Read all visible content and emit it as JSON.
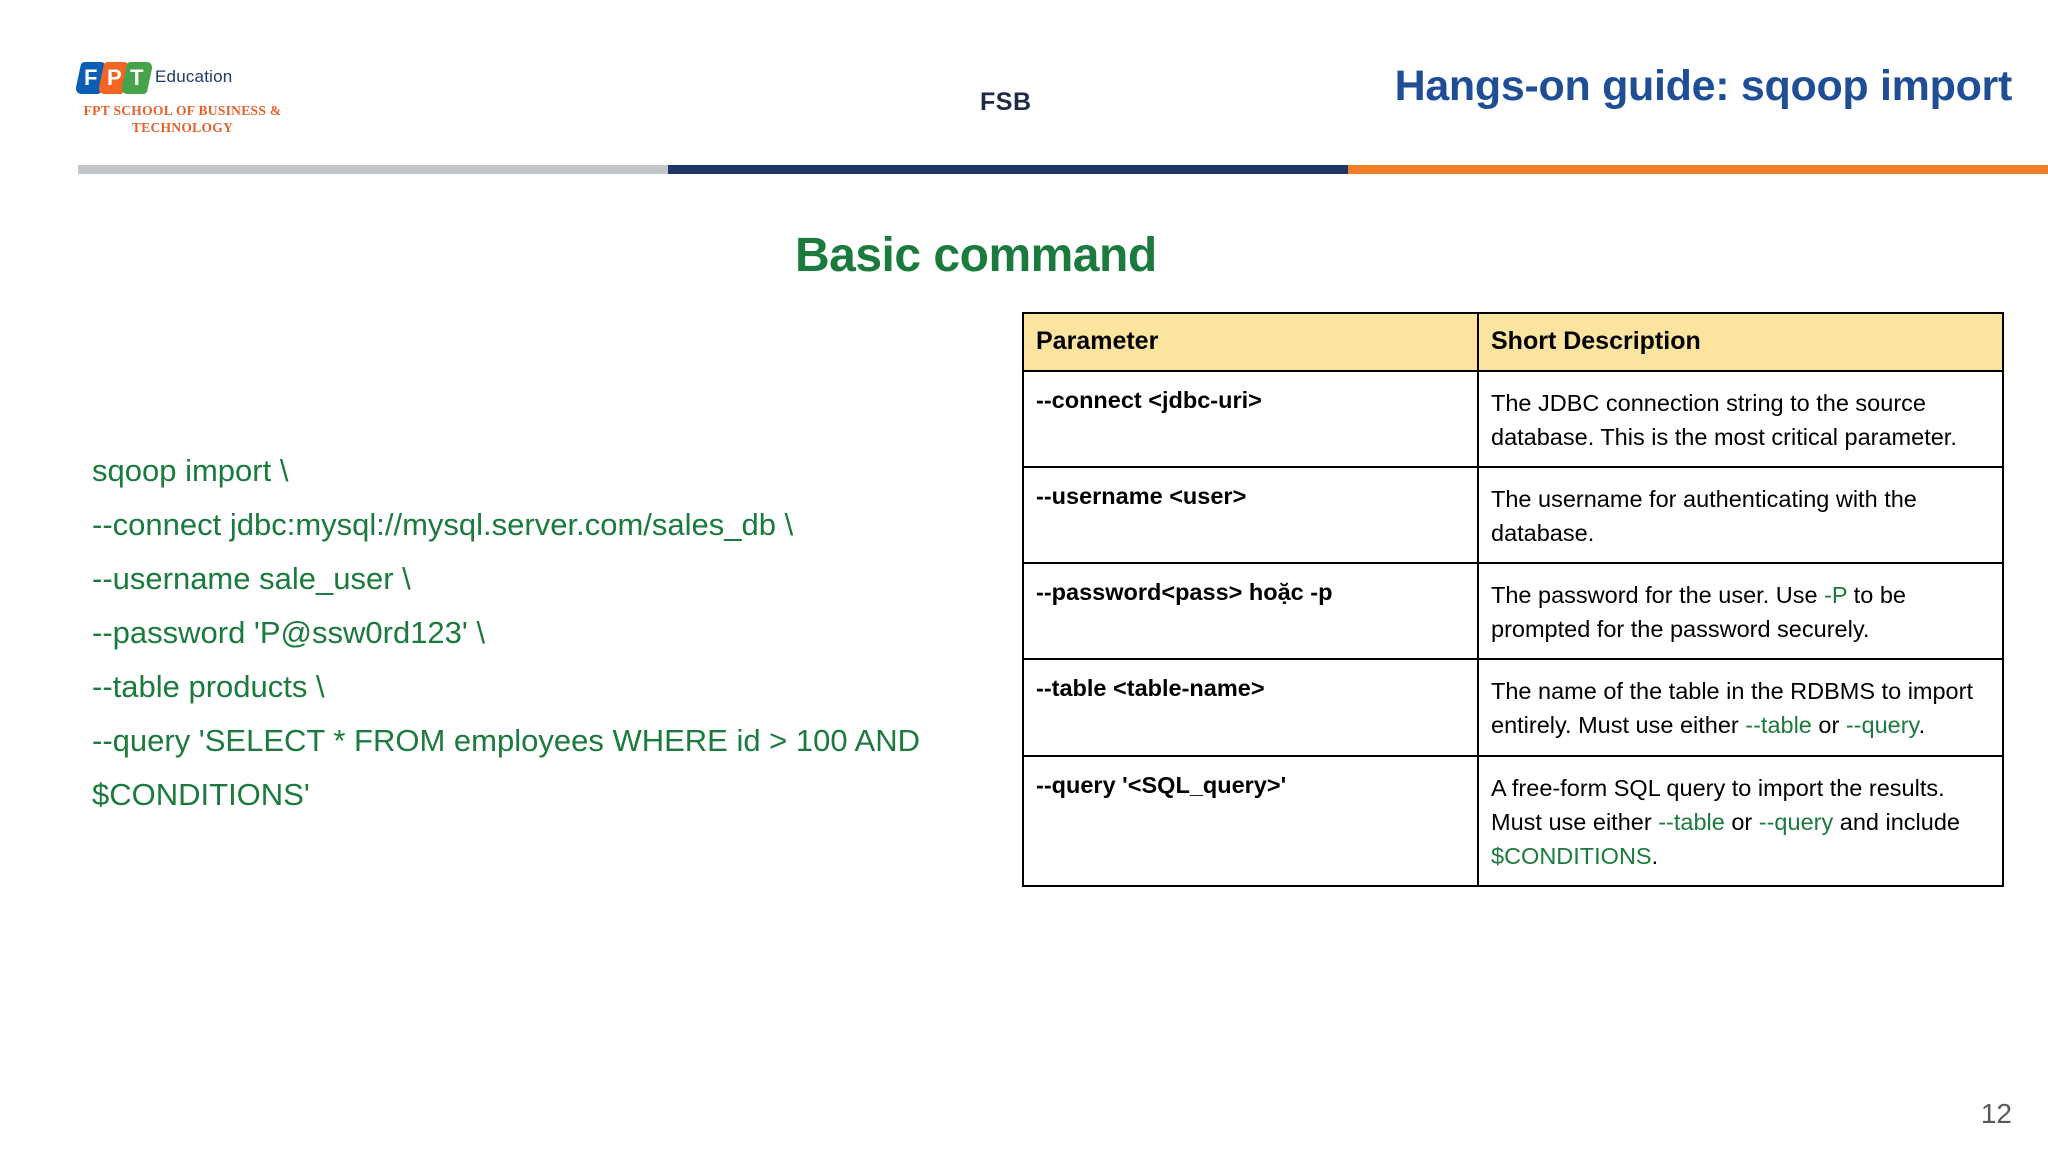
{
  "header": {
    "logo": {
      "mark_letters": [
        "F",
        "P",
        "T"
      ],
      "education_label": "Education",
      "school_name": "FPT SCHOOL OF BUSINESS\n& TECHNOLOGY",
      "colors": {
        "f": "#0a5fb4",
        "p": "#f26522",
        "t": "#47a34a",
        "education": "#1b3a6b",
        "school": "#e2622a"
      }
    },
    "unit_label": "FSB",
    "deck_title": "Hangs-on guide: sqoop import",
    "deck_title_color": "#1f4e96",
    "rule_colors": {
      "gray": "#c3c6c9",
      "navy": "#1f3566",
      "orange": "#f07e26"
    }
  },
  "section": {
    "title": "Basic command",
    "title_color": "#1b7a3d"
  },
  "code": {
    "color": "#1b7a3d",
    "lines": [
      "sqoop import \\",
      "--connect jdbc:mysql://mysql.server.com/sales_db \\",
      "--username sale_user \\",
      "--password 'P@ssw0rd123' \\",
      "--table products \\",
      "--query 'SELECT * FROM employees WHERE id > 100 AND $CONDITIONS'"
    ]
  },
  "table": {
    "header_bg": "#fbe3a0",
    "accent_color": "#1b7a3d",
    "columns": [
      "Parameter",
      "Short Description"
    ],
    "rows": [
      {
        "parameter": "--connect <jdbc-uri>",
        "description": "The JDBC connection string to the source database. This is the most critical parameter.",
        "description_parts": [
          {
            "text": "The JDBC connection string to the source database. This is the most critical parameter.",
            "highlight": false
          }
        ]
      },
      {
        "parameter": "--username <user>",
        "description": "The username for authenticating with the database.",
        "description_parts": [
          {
            "text": "The username for authenticating with the database.",
            "highlight": false
          }
        ]
      },
      {
        "parameter": "--password<pass> hoặc -p",
        "description": "The password for the user. Use -P to be prompted for the password securely.",
        "description_parts": [
          {
            "text": "The password for the user. Use ",
            "highlight": false
          },
          {
            "text": "-P",
            "highlight": true
          },
          {
            "text": " to be prompted for the password securely.",
            "highlight": false
          }
        ]
      },
      {
        "parameter": "--table <table-name>",
        "description": "The name of the table in the RDBMS to import entirely. Must use either --table or --query.",
        "description_parts": [
          {
            "text": "The name of the table in the RDBMS to import entirely. Must use either ",
            "highlight": false
          },
          {
            "text": "--table",
            "highlight": true
          },
          {
            "text": " or ",
            "highlight": false
          },
          {
            "text": "--query",
            "highlight": true
          },
          {
            "text": ".",
            "highlight": false
          }
        ]
      },
      {
        "parameter": "--query '<SQL_query>'",
        "description": "A free-form SQL query to import the results. Must use either --table or --query and include $CONDITIONS.",
        "description_parts": [
          {
            "text": "A free-form SQL query to import the results. Must use either ",
            "highlight": false
          },
          {
            "text": "--table",
            "highlight": true
          },
          {
            "text": " or ",
            "highlight": false
          },
          {
            "text": "--query",
            "highlight": true
          },
          {
            "text": " and include ",
            "highlight": false
          },
          {
            "text": "$CONDITIONS",
            "highlight": true
          },
          {
            "text": ".",
            "highlight": false
          }
        ]
      }
    ]
  },
  "footer": {
    "page_number": "12"
  }
}
